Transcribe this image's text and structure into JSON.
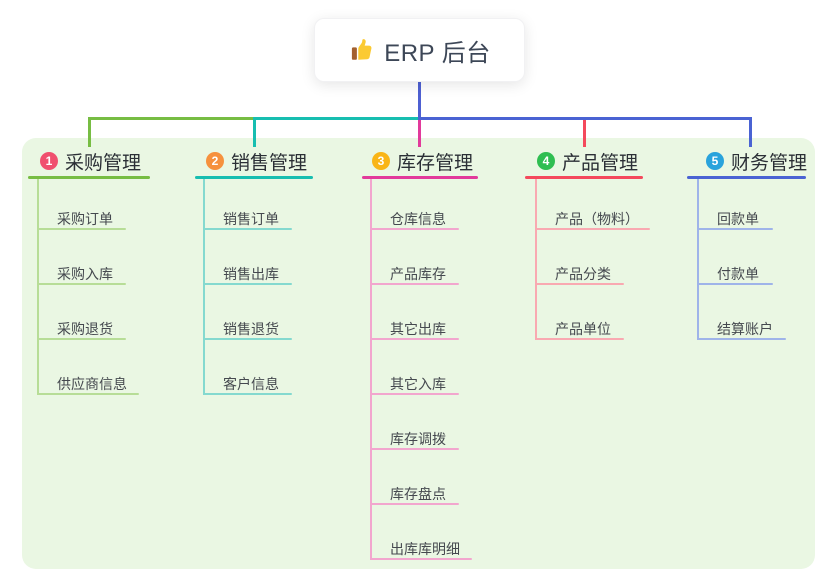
{
  "root": {
    "title": "ERP 后台",
    "icon": "thumbs-up-icon"
  },
  "branches": [
    {
      "badge": "1",
      "label": "采购管理",
      "badge_color": "#f0506e",
      "line_color": "#77bd43",
      "child_line_color": "#b7dd97",
      "children": [
        "采购订单",
        "采购入库",
        "采购退货",
        "供应商信息"
      ]
    },
    {
      "badge": "2",
      "label": "销售管理",
      "badge_color": "#f6913d",
      "line_color": "#17beb0",
      "child_line_color": "#84d9cf",
      "children": [
        "销售订单",
        "销售出库",
        "销售退货",
        "客户信息"
      ]
    },
    {
      "badge": "3",
      "label": "库存管理",
      "badge_color": "#f9b517",
      "line_color": "#e23a9b",
      "child_line_color": "#f2a6ce",
      "children": [
        "仓库信息",
        "产品库存",
        "其它出库",
        "其它入库",
        "库存调拨",
        "库存盘点",
        "出库库明细"
      ]
    },
    {
      "badge": "4",
      "label": "产品管理",
      "badge_color": "#2fbe51",
      "line_color": "#f4495c",
      "child_line_color": "#f9a9b1",
      "children": [
        "产品（物料）",
        "产品分类",
        "产品单位"
      ]
    },
    {
      "badge": "5",
      "label": "财务管理",
      "badge_color": "#29a3dc",
      "line_color": "#4a63d3",
      "child_line_color": "#9fb4e9",
      "children": [
        "回款单",
        "付款单",
        "结算账户"
      ]
    }
  ],
  "colors": {
    "panel_background": "#eaf7e3",
    "root_connector": "#4e60d2",
    "root_text": "#3d4757"
  }
}
